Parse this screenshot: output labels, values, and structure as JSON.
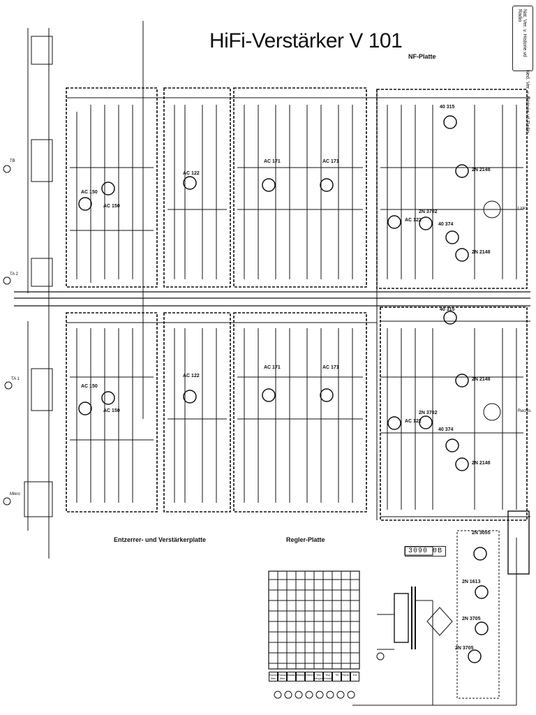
{
  "title": "HiFi-Verstärker V 101",
  "sections": {
    "nf_platte": "NF-Platte",
    "entzerrer": "Entzerrer- und Verstärkerplatte",
    "regler": "Regler-Platte"
  },
  "stamp": {
    "text": "Nat. Ver. v. Historie vd Radio",
    "side": "Ned. Ver. v. Historie vd Radio"
  },
  "part_number": "3090 0B",
  "transistors": {
    "left_top_1": "AC 150",
    "left_top_2": "AC 150",
    "left_mid_top": "AC 122",
    "mid_top_1": "AC 171",
    "mid_top_2": "AC 171",
    "right_top_1": "AC 122",
    "right_top_2": "2N 3702",
    "right_top_3": "40 374",
    "right_top_4": "40 315",
    "right_top_5": "2N 2148",
    "right_top_6": "2N 2148",
    "left_bot_1": "AC 150",
    "left_bot_2": "AC 150",
    "left_mid_bot": "AC 122",
    "mid_bot_1": "AC 171",
    "mid_bot_2": "AC 171",
    "right_bot_1": "AC 122",
    "right_bot_2": "2N 3702",
    "right_bot_3": "40 374",
    "right_bot_4": "40 315",
    "right_bot_5": "2N 2148",
    "right_bot_6": "2N 2148",
    "psu_1": "2N 3055",
    "psu_2": "2N 1613",
    "psu_3": "2N 3705",
    "psu_4": "2N 3705"
  },
  "regler_labels": [
    "Rumpel filter",
    "Rausch filter",
    "Balance",
    "Bässe",
    "Höhen",
    "TA1 Magnet",
    "TA2 Kristall",
    "TB",
    "Radio",
    "Ext"
  ],
  "inputs": {
    "tb": "TB",
    "ta2": "TA 2",
    "ta1": "TA 1",
    "mikro": "Mikro"
  },
  "outputs": {
    "links": "Links",
    "rechts": "Rechts"
  }
}
